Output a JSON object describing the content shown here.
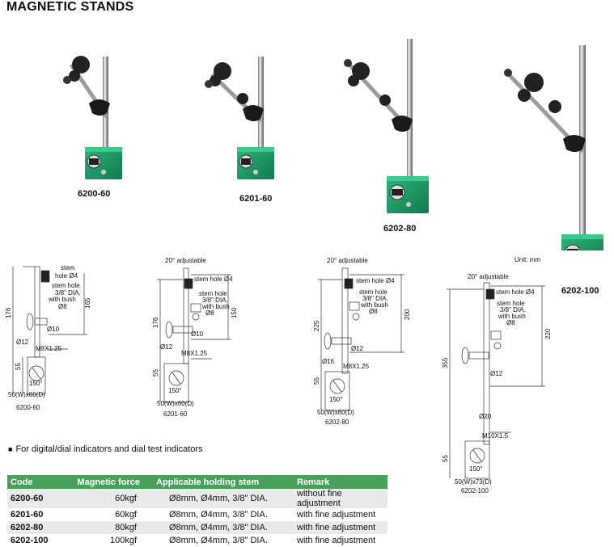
{
  "page_title": "MAGNETIC STANDS",
  "photos": [
    {
      "label": "6200-60"
    },
    {
      "label": "6201-60"
    },
    {
      "label": "6202-80"
    },
    {
      "label": "6202-100"
    }
  ],
  "unit_note": "Unit: mm",
  "drawings": [
    {
      "code": "6200-60",
      "stem_hole_1": "stem",
      "stem_hole_1b": "hole Ø4",
      "stem_hole_2": "stem  hole",
      "stem_hole_2b": "3/8\" DIA.",
      "bush": "with bush",
      "bush_dia": "Ø8",
      "d_rod": "Ø10",
      "d_post": "Ø12",
      "thread": "M8X1.25",
      "h_total": "176",
      "h_arm": "165",
      "h_base": "55",
      "angle": "150°",
      "base": "50(W)x60(D)"
    },
    {
      "code": "6201-60",
      "adjust": "20° adjustable",
      "stem_hole_1": "stem hole Ø4",
      "stem_hole_2": "stem  hole",
      "stem_hole_2b": "3/8\" DIA.",
      "bush": "with bush",
      "bush_dia": "Ø8",
      "d_rod": "Ø10",
      "d_post": "Ø12",
      "thread": "M8X1.25",
      "h_total": "176",
      "h_arm": "150",
      "h_base": "55",
      "angle": "150°",
      "base": "50(W)x60(D)"
    },
    {
      "code": "6202-80",
      "adjust": "20° adjustable",
      "stem_hole_1": "stem hole Ø4",
      "stem_hole_2": "stem  hole",
      "stem_hole_2b": "3/8\" DIA.",
      "bush": "with bush",
      "bush_dia": "Ø8",
      "d_rod": "Ø12",
      "d_post": "Ø16",
      "thread": "M8X1.25",
      "h_total": "225",
      "h_arm": "200",
      "h_base": "55",
      "angle": "150°",
      "base": "50(W)x60(D)"
    },
    {
      "code": "6202-100",
      "adjust": "20° adjustable",
      "stem_hole_1": "stem hole Ø4",
      "stem_hole_2": "stem  hole",
      "stem_hole_2b": "3/8\" DIA.",
      "bush": "with bush",
      "bush_dia": "Ø8",
      "d_rod": "Ø12",
      "d_post": "Ø20",
      "thread": "M10X1.5",
      "h_total": "355",
      "h_arm": "220",
      "h_base": "55",
      "angle": "150°",
      "base": "50(W)x73(D)"
    }
  ],
  "note": "For digital/dial indicators and dial test indicators",
  "table": {
    "headers": [
      "Code",
      "Magnetic force",
      "Applicable holding stem",
      "Remark"
    ],
    "rows": [
      {
        "code": "6200-60",
        "force": "60kgf",
        "stem": "Ø8mm, Ø4mm, 3/8\" DIA.",
        "remark": "without fine adjustment"
      },
      {
        "code": "6201-60",
        "force": "60kgf",
        "stem": "Ø8mm, Ø4mm, 3/8\" DIA.",
        "remark": "with fine adjustment"
      },
      {
        "code": "6202-80",
        "force": "80kgf",
        "stem": "Ø8mm, Ø4mm, 3/8\" DIA.",
        "remark": "with fine adjustment"
      },
      {
        "code": "6202-100",
        "force": "100kgf",
        "stem": "Ø8mm, Ø4mm, 3/8\" DIA.",
        "remark": "with fine adjustment"
      }
    ]
  },
  "colors": {
    "base_green": "#1d9a62",
    "header_green": "#49a05a",
    "row_grey": "#e9e9e9"
  }
}
